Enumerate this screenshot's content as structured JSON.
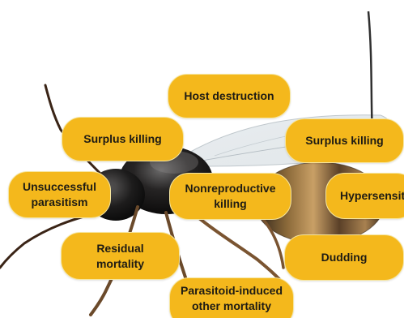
{
  "colors": {
    "pill_fill": "#f4b81c",
    "pill_border": "#f6e6a0",
    "text": "#1e1b14",
    "background": "#ffffff"
  },
  "image": {
    "subject": "parasitoid wasp photograph"
  },
  "labels": {
    "host_destruction": "Host destruction",
    "surplus_killing_left": "Surplus killing",
    "surplus_killing_right": "Surplus killing",
    "unsuccessful_parasitism": "Unsuccessful\nparasitism",
    "nonreproductive_killing": "Nonreproductive\nkilling",
    "hypersensitivity": "Hypersensit",
    "residual_mortality": "Residual\nmortality",
    "dudding": "Dudding",
    "parasitoid_induced": "Parasitoid-induced\nother mortality"
  }
}
